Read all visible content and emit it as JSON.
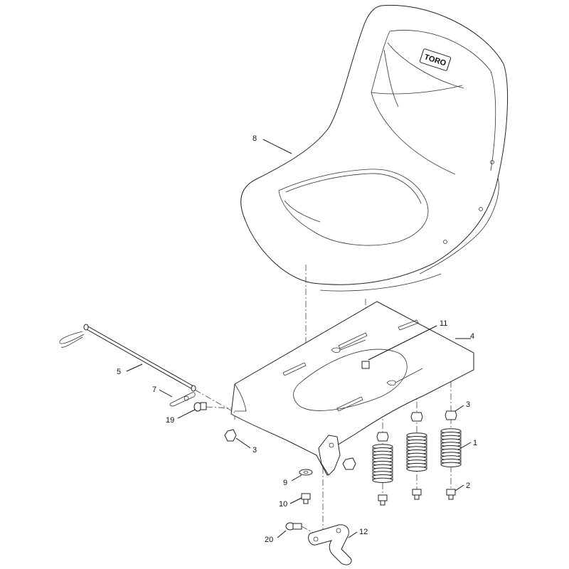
{
  "diagram": {
    "brand_logo": "TORO",
    "callouts": [
      {
        "id": "seat",
        "label": "8"
      },
      {
        "id": "pivot-rod",
        "label": "5"
      },
      {
        "id": "hairpin",
        "label": "7"
      },
      {
        "id": "shoulder-bolt",
        "label": "19"
      },
      {
        "id": "nut-left",
        "label": "3"
      },
      {
        "id": "seat-plate",
        "label": "4"
      },
      {
        "id": "center-stud",
        "label": "11"
      },
      {
        "id": "nut-right",
        "label": "3"
      },
      {
        "id": "spring",
        "label": "1"
      },
      {
        "id": "bolt-right",
        "label": "2"
      },
      {
        "id": "washer",
        "label": "9"
      },
      {
        "id": "bolt-lower",
        "label": "10"
      },
      {
        "id": "bolt-latch",
        "label": "20"
      },
      {
        "id": "latch",
        "label": "12"
      }
    ]
  }
}
